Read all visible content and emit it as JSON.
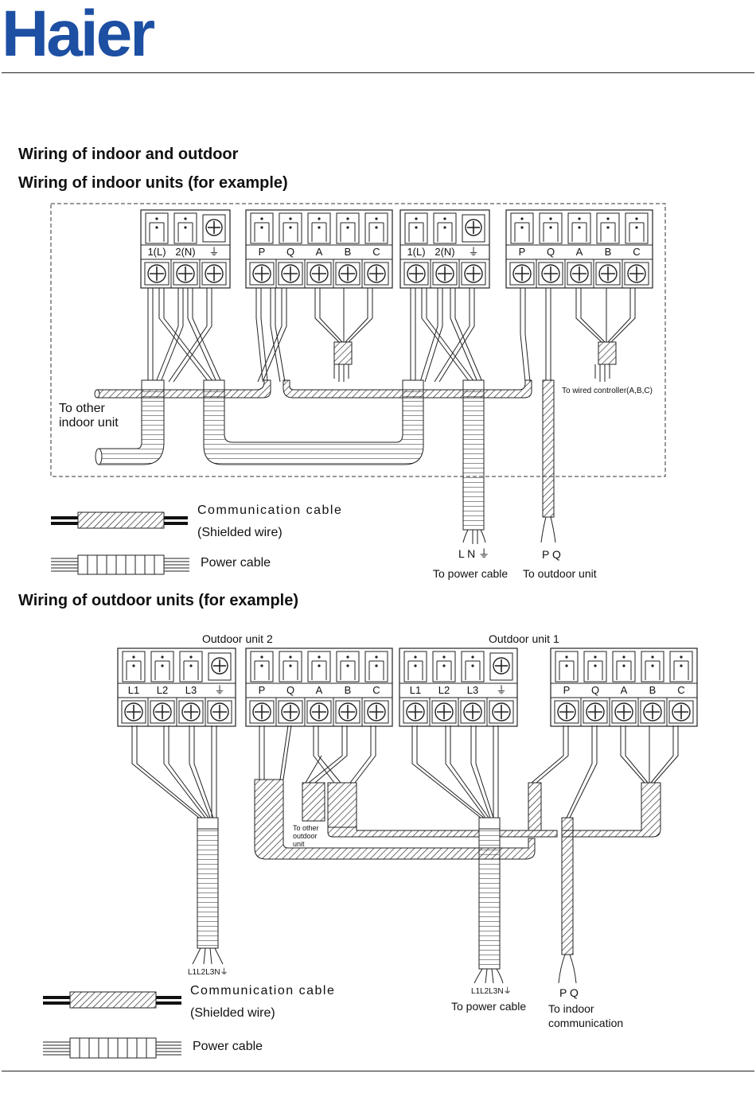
{
  "brand": {
    "logo_text": "Haier",
    "logo_color": "#1d4fa3"
  },
  "headings": {
    "h1": "Wiring of indoor and outdoor",
    "h2": "Wiring of indoor units (for example)",
    "h3": "Wiring of outdoor units (for example)"
  },
  "indoor": {
    "power_terminals": [
      "1(L)",
      "2(N)",
      "⏚"
    ],
    "comm_terminals": [
      "P",
      "Q",
      "A",
      "B",
      "C"
    ],
    "to_other_indoor": [
      "To other",
      "indoor unit"
    ],
    "to_wired_controller": "To  wired controller(A,B,C)",
    "power_end_label": "L N ⏚",
    "comm_end_label": "P Q",
    "to_power_cable": "To power cable",
    "to_outdoor_unit": "To outdoor unit"
  },
  "outdoor": {
    "unit2_title": "Outdoor unit 2",
    "unit1_title": "Outdoor unit 1",
    "power_terminals": [
      "L1",
      "L2",
      "L3",
      "⏚"
    ],
    "comm_terminals": [
      "P",
      "Q",
      "A",
      "B",
      "C"
    ],
    "to_other_outdoor": [
      "To other",
      "outdoor",
      "unit"
    ],
    "left_end_label": "L1L2L3N⏚",
    "right_end_label": "L1L2L3N⏚",
    "comm_end_label": "P Q",
    "to_power_cable": "To power cable",
    "to_indoor_comm": [
      "To indoor",
      "communication"
    ]
  },
  "legend": {
    "comm_cable": "Communication  cable",
    "shielded": "(Shielded wire)",
    "power_cable": "Power cable"
  }
}
